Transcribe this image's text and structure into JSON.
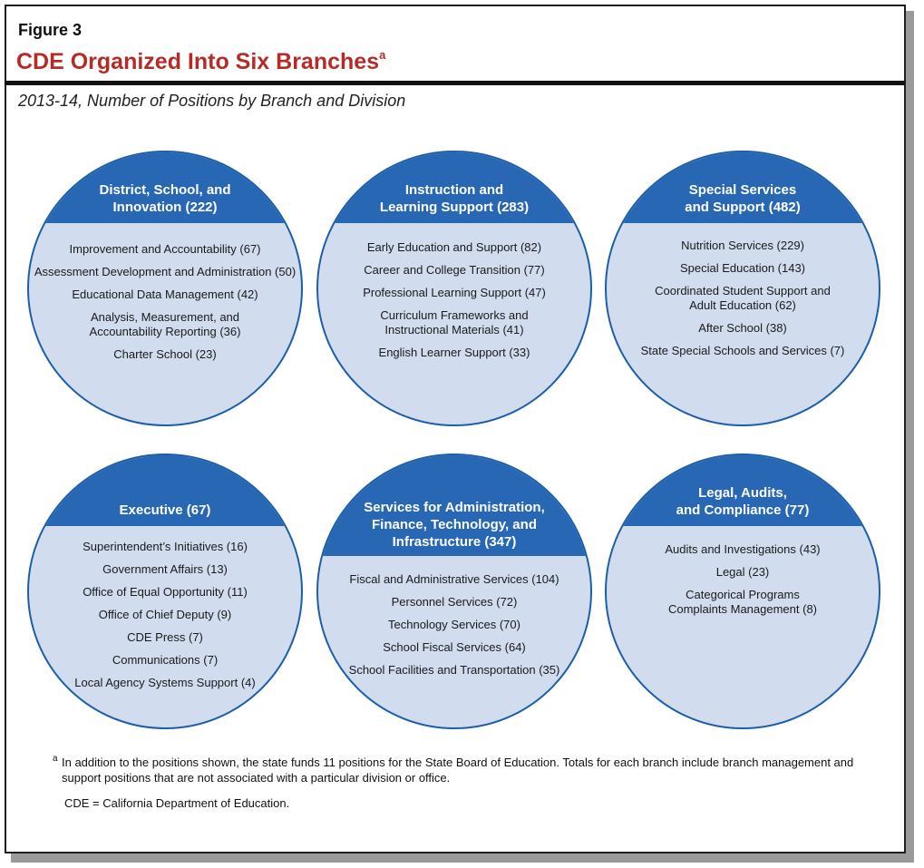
{
  "figure": {
    "label": "Figure 3",
    "title": "CDE Organized Into Six Branches",
    "title_footnote_mark": "a",
    "subtitle": "2013-14, Number of Positions by Branch and Division"
  },
  "colors": {
    "title_red": "#b52b27",
    "header_blue": "#2767b3",
    "circle_fill": "#d1dcef",
    "circle_border": "#1d5ea8"
  },
  "branches": [
    {
      "name": "District, School, and\nInnovation (222)",
      "divisions": [
        "Improvement and Accountability (67)",
        "Assessment Development and Administration (50)",
        "Educational Data Management (42)",
        "Analysis, Measurement, and\nAccountability Reporting (36)",
        "Charter School (23)"
      ]
    },
    {
      "name": "Instruction and\nLearning Support (283)",
      "divisions": [
        "Early Education and Support (82)",
        "Career and College Transition (77)",
        "Professional Learning Support (47)",
        "Curriculum Frameworks and\nInstructional Materials (41)",
        "English Learner Support (33)"
      ]
    },
    {
      "name": "Special Services\nand Support (482)",
      "divisions": [
        "Nutrition Services (229)",
        "Special Education (143)",
        "Coordinated Student Support and\nAdult Education (62)",
        "After School (38)",
        "State Special Schools and Services (7)"
      ]
    },
    {
      "name": "Executive (67)",
      "divisions": [
        "Superintendent’s Initiatives (16)",
        "Government Affairs (13)",
        "Office of Equal Opportunity (11)",
        "Office of Chief Deputy (9)",
        "CDE Press (7)",
        "Communications (7)",
        "Local Agency Systems Support (4)"
      ]
    },
    {
      "name": "Services for Administration,\nFinance, Technology, and\nInfrastructure (347)",
      "divisions": [
        "Fiscal and Administrative Services (104)",
        "Personnel Services (72)",
        "Technology Services (70)",
        "School Fiscal Services (64)",
        "School Facilities and Transportation (35)"
      ]
    },
    {
      "name": "Legal, Audits,\nand Compliance (77)",
      "divisions": [
        "Audits and Investigations (43)",
        "Legal (23)",
        "Categorical Programs\nComplaints Management (8)"
      ]
    }
  ],
  "footnote": {
    "mark": "a",
    "text": "In addition to the positions shown, the state funds 11 positions for the State Board of Education. Totals for each branch include branch management and support positions that are not associated with a particular division or office."
  },
  "abbreviation": "CDE = California Department of Education."
}
